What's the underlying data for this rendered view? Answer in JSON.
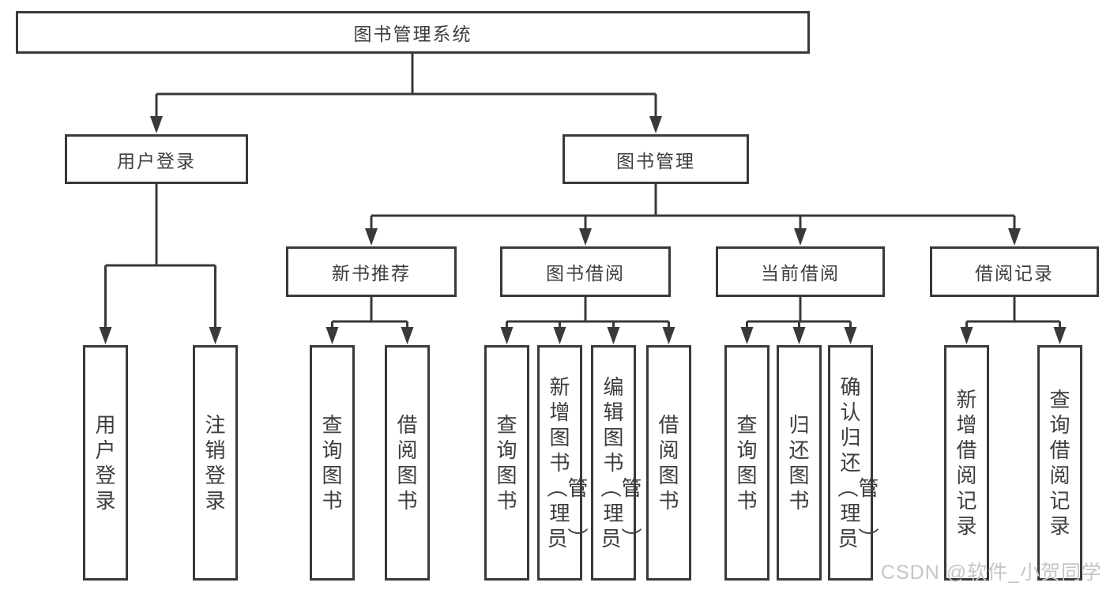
{
  "tree": {
    "root": {
      "label": "图书管理系统"
    },
    "branches": [
      {
        "label": "用户登录",
        "children": [
          {
            "label": "用户登录"
          },
          {
            "label": "注销登录"
          }
        ]
      },
      {
        "label": "图书管理",
        "children": [
          {
            "label": "新书推荐",
            "children": [
              {
                "label": "查询图书"
              },
              {
                "label": "借阅图书"
              }
            ]
          },
          {
            "label": "图书借阅",
            "children": [
              {
                "label": "查询图书"
              },
              {
                "label": "新增图书︵管理员︶"
              },
              {
                "label": "编辑图书︵管理员︶"
              },
              {
                "label": "借阅图书"
              }
            ]
          },
          {
            "label": "当前借阅",
            "children": [
              {
                "label": "查询图书"
              },
              {
                "label": "归还图书"
              },
              {
                "label": "确认归还︵管理员︶"
              }
            ]
          },
          {
            "label": "借阅记录",
            "children": [
              {
                "label": "新增借阅记录"
              },
              {
                "label": "查询借阅记录"
              }
            ]
          }
        ]
      }
    ]
  },
  "watermark": {
    "text": "CSDN @软件_小贺同学"
  },
  "colors": {
    "line": "#393939",
    "text": "#3d3d3d",
    "watermark": "#c6c6c6",
    "background": "#ffffff"
  }
}
